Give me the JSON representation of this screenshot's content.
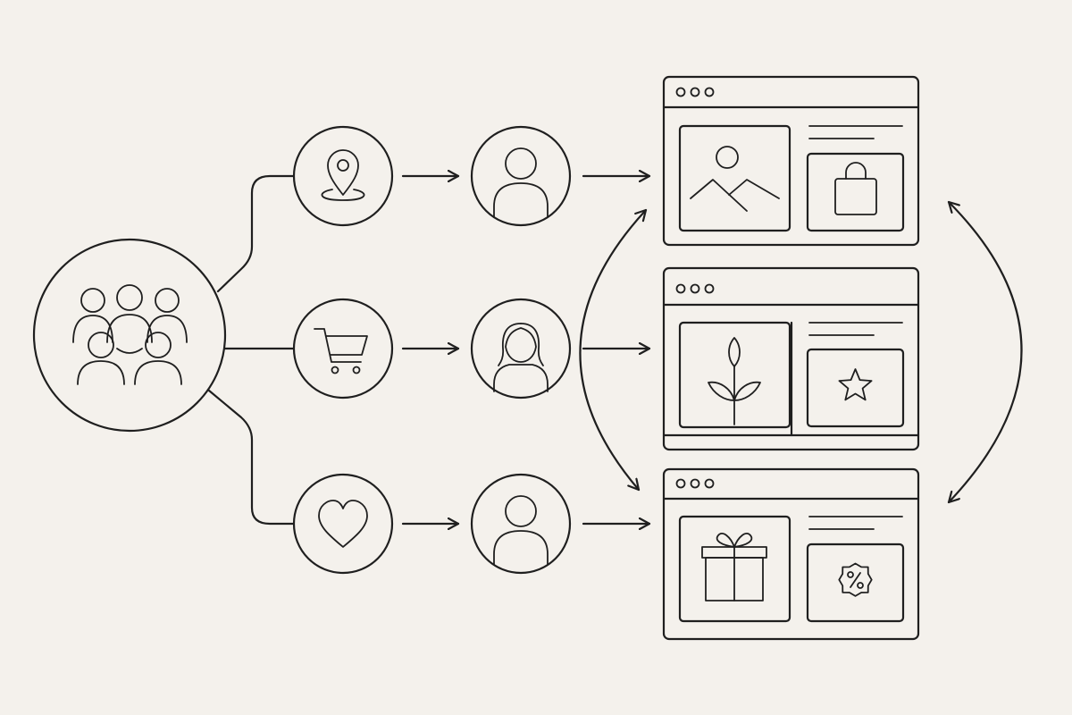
{
  "colors": {
    "background": "#f4f1ec",
    "ink": "#1f1f1f"
  },
  "diagram": {
    "type": "personalization-flow",
    "source": {
      "icon": "audience-group-icon"
    },
    "segments": [
      {
        "segment_icon": "location-pin-icon",
        "persona_icon": "user-avatar-icon"
      },
      {
        "segment_icon": "shopping-cart-icon",
        "persona_icon": "female-user-avatar-icon"
      },
      {
        "segment_icon": "heart-icon",
        "persona_icon": "user-avatar-icon"
      }
    ],
    "pages": [
      {
        "image_icon": "landscape-image-icon",
        "widget_icon": "shopping-bag-icon"
      },
      {
        "image_icon": "plant-sprout-icon",
        "widget_icon": "star-icon"
      },
      {
        "image_icon": "gift-box-icon",
        "widget_icon": "discount-badge-icon"
      }
    ],
    "cycle_arrows": [
      "left-double-arrow",
      "right-double-arrow"
    ]
  }
}
